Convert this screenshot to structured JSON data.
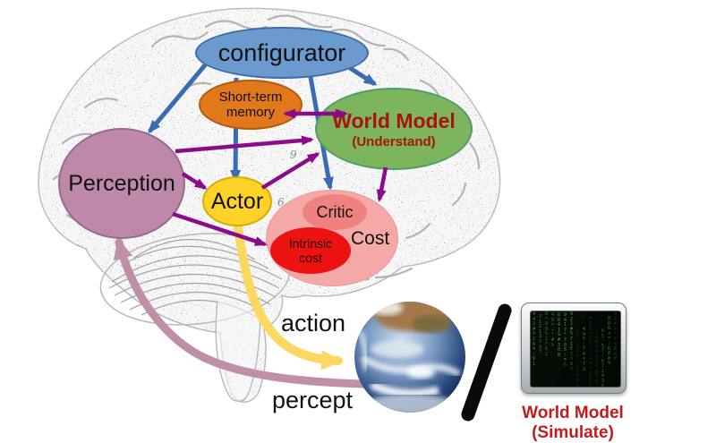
{
  "nodes": {
    "configurator": {
      "label": "configurator"
    },
    "short_term_memory": {
      "line1": "Short-term",
      "line2": "memory"
    },
    "world_model": {
      "title": "World Model",
      "subtitle": "(Understand)"
    },
    "perception": {
      "label": "Perception"
    },
    "actor": {
      "label": "Actor"
    },
    "cost": {
      "label": "Cost"
    },
    "critic": {
      "label": "Critic"
    },
    "intrinsic_cost": {
      "line1": "Intrinsic",
      "line2": "cost"
    }
  },
  "flow_labels": {
    "action": "action",
    "percept": "percept"
  },
  "caption": {
    "simulate": "World Model (Simulate)"
  },
  "brain_figure_digits": {
    "upper": "9",
    "lower": "6"
  },
  "icons": {
    "brain": "brain-etching-illustration",
    "earth": "earth-globe-photo",
    "slash": "slash-separator",
    "matrix_screen": "matrix-code-screen",
    "matrix_glyph_seed": "01847#+=*%:52693"
  },
  "colors": {
    "configurator_fill": "#6b9ace",
    "memory_fill": "#e1791c",
    "world_model_fill": "#7cb55b",
    "world_model_text": "#aa1111",
    "perception_fill": "#bd88a9",
    "actor_fill": "#fdd327",
    "cost_fill": "#f5a8a8",
    "critic_fill": "#f08181",
    "intrinsic_fill": "#ed1212",
    "arrow_blue": "#3a6cb4",
    "arrow_purple": "#8b0b8b",
    "action_arrow": "#fbd860",
    "percept_arrow": "#bf8fa7",
    "caption_red": "#c41a1a",
    "matrix_green": "#46c846"
  }
}
